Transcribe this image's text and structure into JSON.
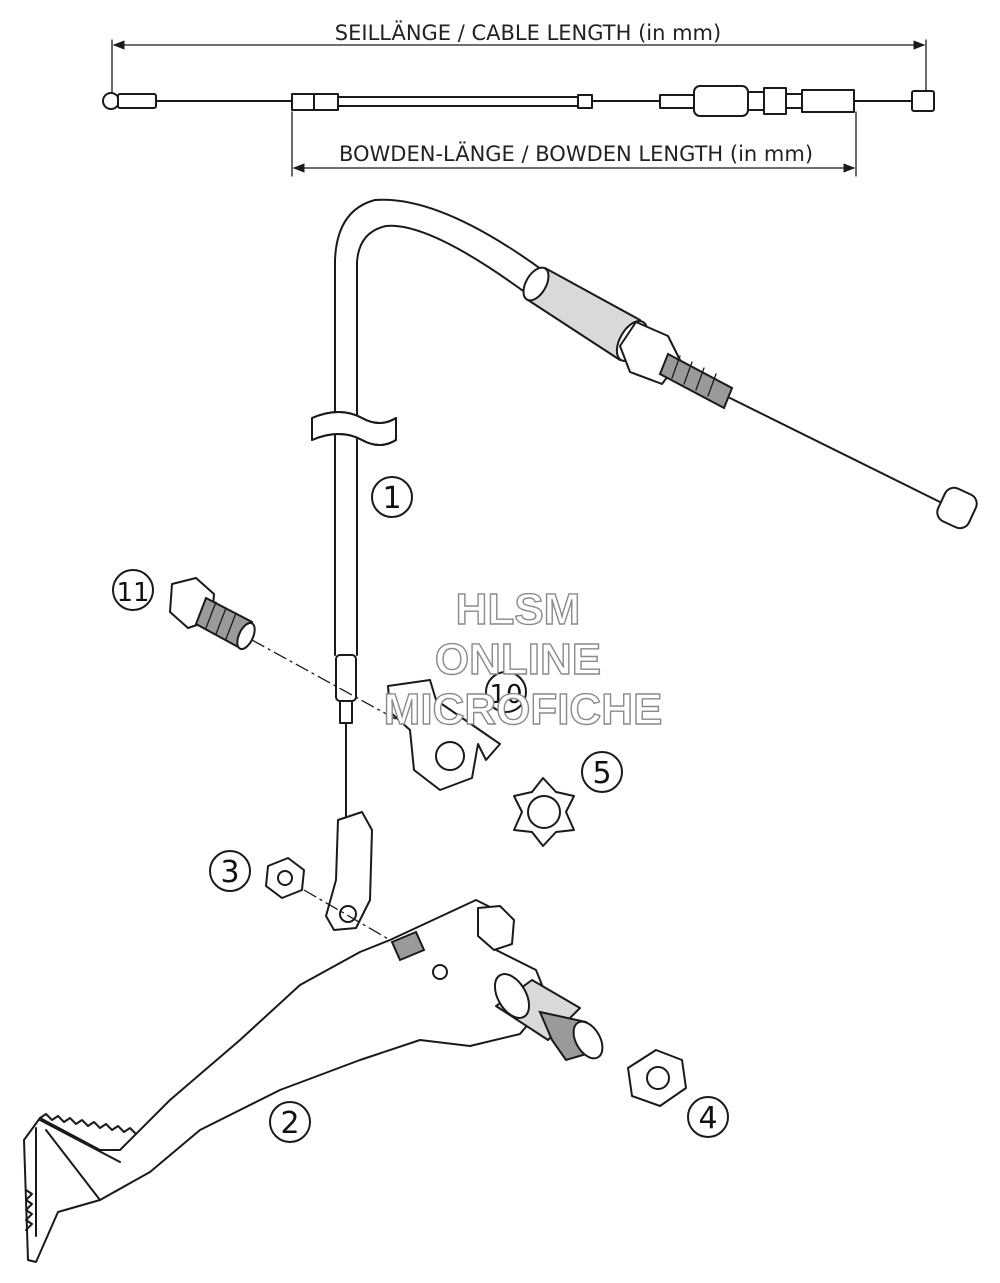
{
  "diagram": {
    "dimension_top": "SEILLÄNGE / CABLE LENGTH (in mm)",
    "dimension_bottom": "BOWDEN-LÄNGE / BOWDEN LENGTH (in mm)",
    "callouts": {
      "c1": "1",
      "c2": "2",
      "c3": "3",
      "c4": "4",
      "c5": "5",
      "c10": "10",
      "c11": "11"
    },
    "watermark": {
      "line1": "HLSM",
      "line2": "ONLINE",
      "line3": "MICROFICHE"
    }
  }
}
